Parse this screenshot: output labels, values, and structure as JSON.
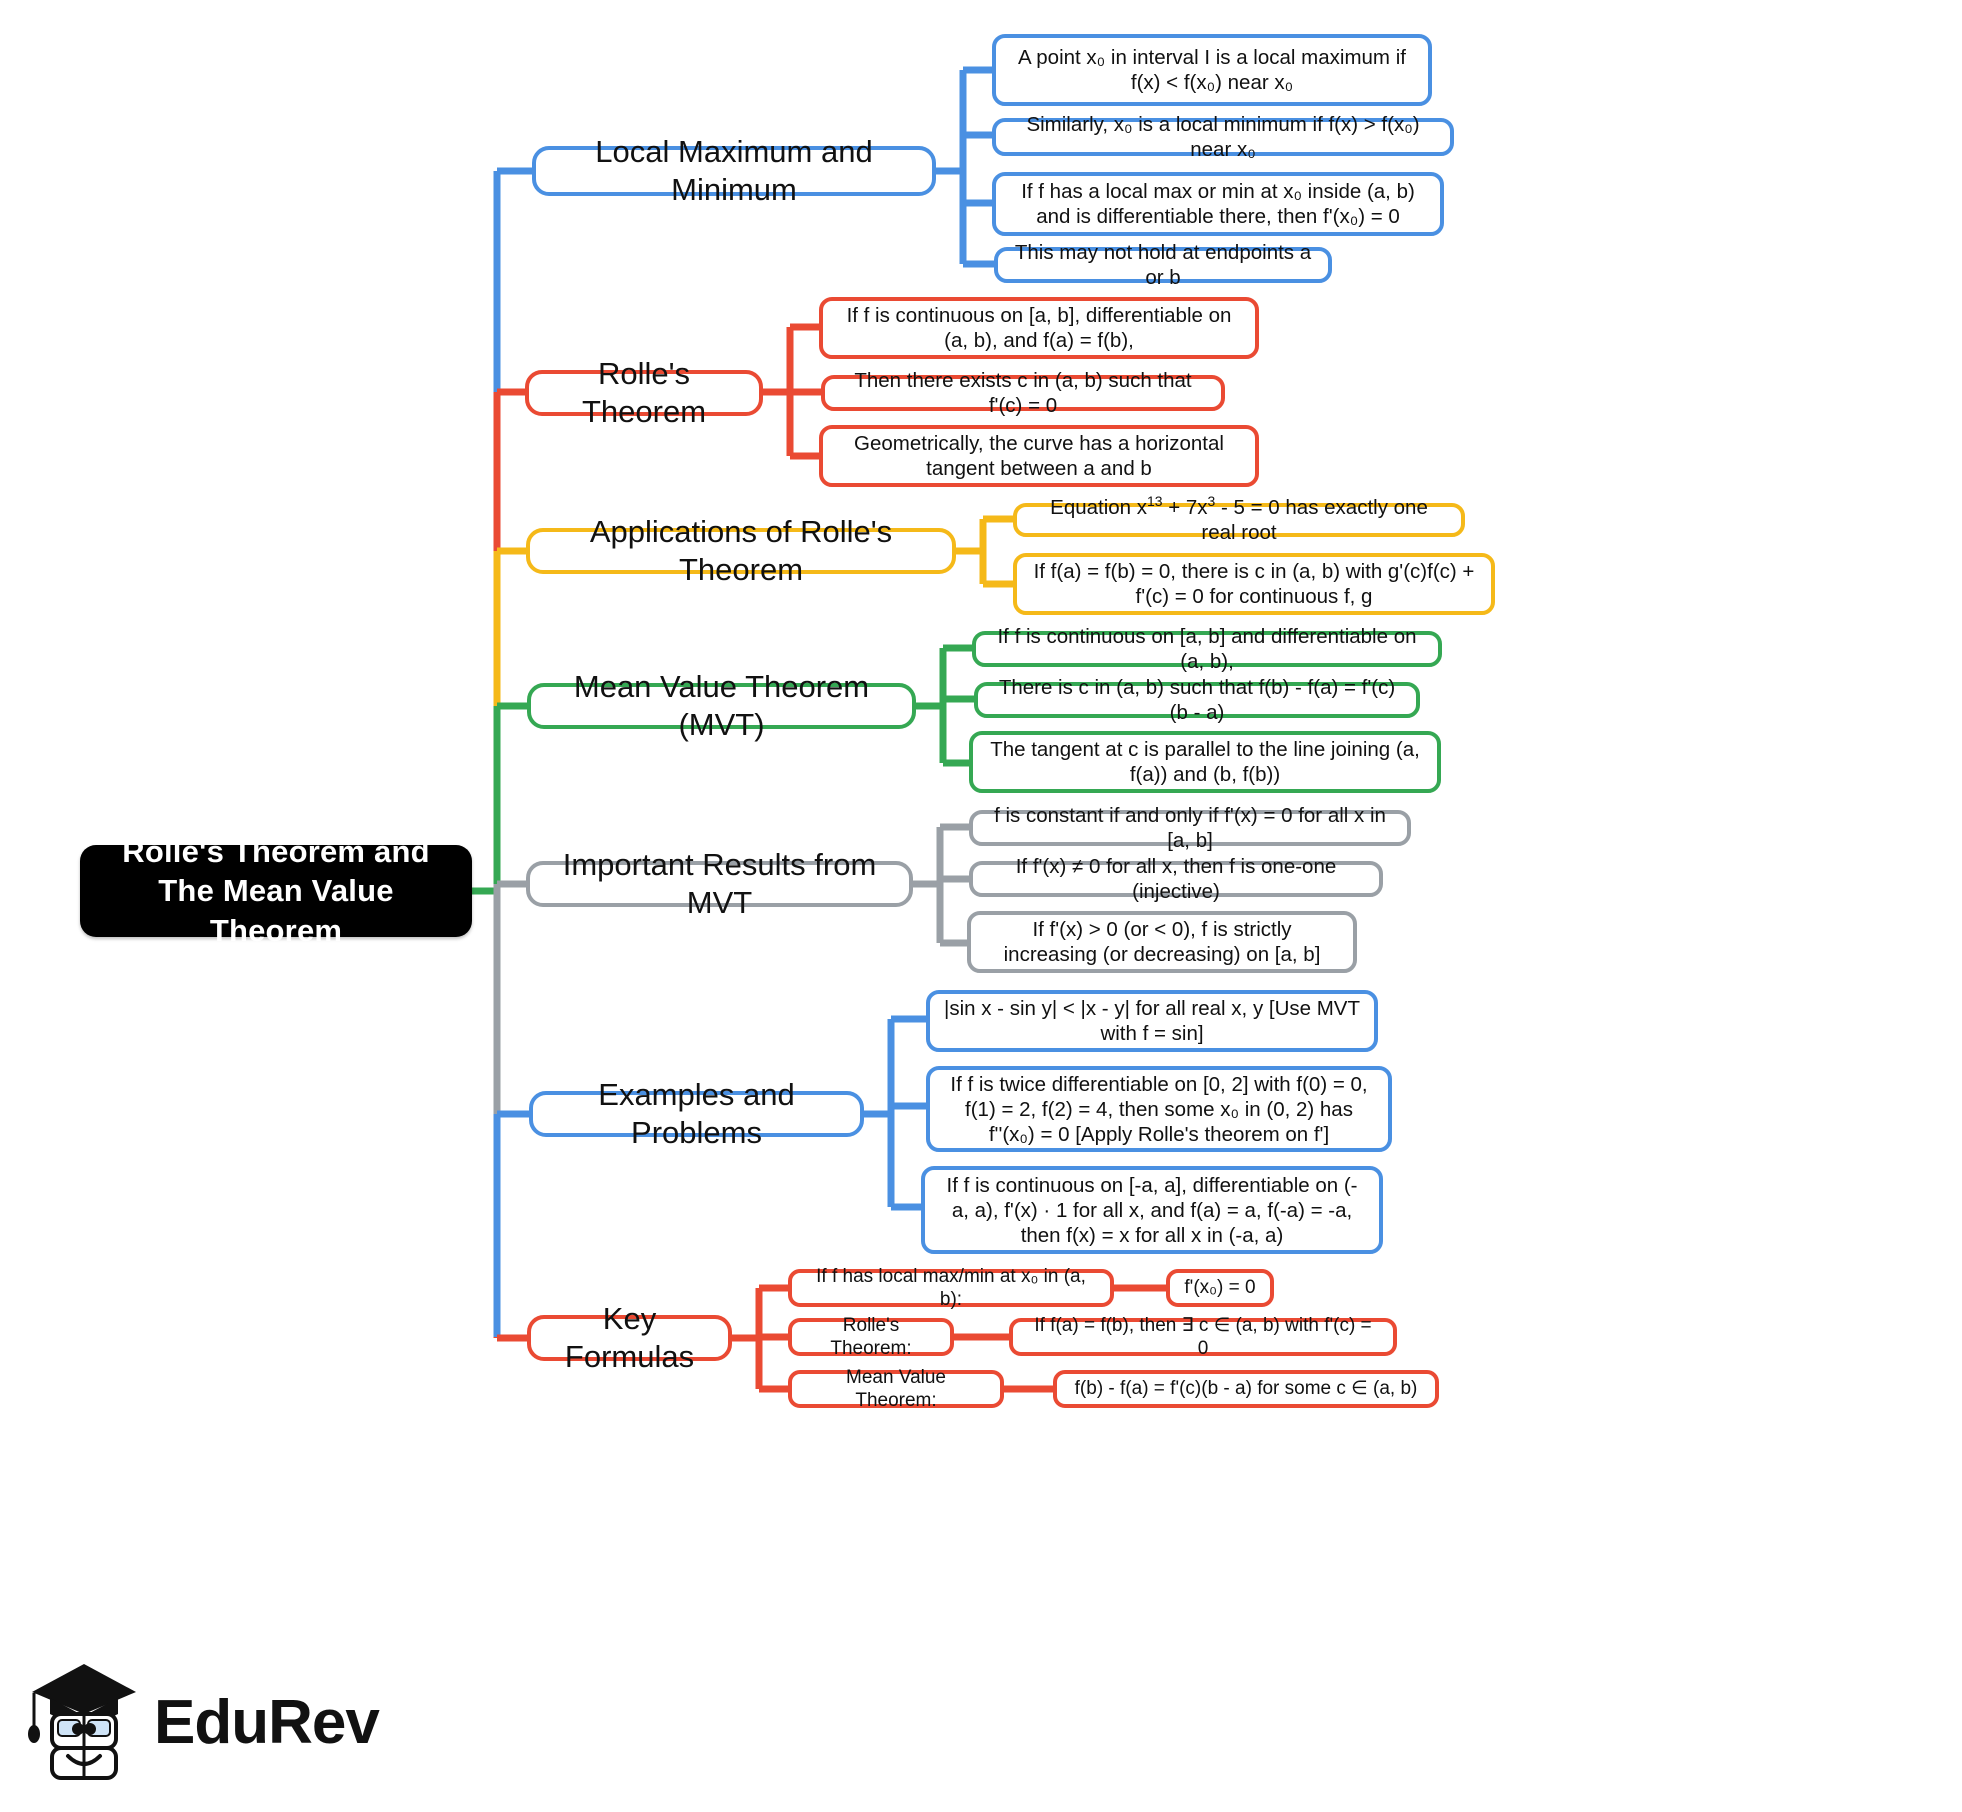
{
  "root": {
    "label": "Rolle's Theorem and The Mean Value Theorem"
  },
  "brand": {
    "name": "EduRev",
    "logo_icon": "graduation-cap-book-mascot-icon"
  },
  "colors": {
    "blue": "#4a90e2",
    "red": "#ea4a33",
    "yellow": "#f5b919",
    "green": "#35a853",
    "gray": "#9aa0a6",
    "root_bg": "#000000",
    "root_text": "#ffffff",
    "page_bg": "#ffffff"
  },
  "branches": [
    {
      "label": "Local Maximum and Minimum",
      "color": "blue",
      "children": [
        {
          "label": "A point x₀ in interval I is a local maximum if f(x) < f(x₀) near x₀"
        },
        {
          "label": "Similarly, x₀ is a local minimum if f(x) > f(x₀) near x₀"
        },
        {
          "label": "If f has a local max or min at x₀ inside (a, b) and is differentiable there, then f'(x₀) = 0"
        },
        {
          "label": "This may not hold at endpoints a or b"
        }
      ]
    },
    {
      "label": "Rolle's Theorem",
      "color": "red",
      "children": [
        {
          "label": "If f is continuous on [a, b], differentiable on (a, b), and f(a) = f(b),"
        },
        {
          "label": "Then there exists c in (a, b) such that f'(c) = 0"
        },
        {
          "label": "Geometrically, the curve has a horizontal tangent between a and b"
        }
      ]
    },
    {
      "label": "Applications of Rolle's Theorem",
      "color": "yellow",
      "children": [
        {
          "label": "Equation x¹³ + 7x³ - 5 = 0 has exactly one real root"
        },
        {
          "label": "If f(a) = f(b) = 0, there is c in (a, b) with g'(c)f(c) + f'(c) = 0 for continuous f, g"
        }
      ]
    },
    {
      "label": "Mean Value Theorem (MVT)",
      "color": "green",
      "children": [
        {
          "label": "If f is continuous on [a, b] and differentiable on (a, b),"
        },
        {
          "label": "There is c in (a, b) such that f(b) - f(a) = f'(c)(b - a)"
        },
        {
          "label": "The tangent at c is parallel to the line joining (a, f(a)) and (b, f(b))"
        }
      ]
    },
    {
      "label": "Important Results from MVT",
      "color": "gray",
      "children": [
        {
          "label": "f is constant if and only if f'(x) = 0 for all x in [a, b]"
        },
        {
          "label": "If f'(x) ≠ 0 for all x, then f is one-one (injective)"
        },
        {
          "label": "If f'(x) > 0 (or < 0), f is strictly increasing (or decreasing) on [a, b]"
        }
      ]
    },
    {
      "label": "Examples and Problems",
      "color": "blue",
      "children": [
        {
          "label": "|sin x - sin y| < |x - y| for all real x, y [Use MVT with f = sin]"
        },
        {
          "label": "If f is twice differentiable on [0, 2] with f(0) = 0, f(1) = 2, f(2) = 4, then some x₀ in (0, 2) has f''(x₀) = 0 [Apply Rolle's theorem on f']"
        },
        {
          "label": "If f is continuous on [-a, a], differentiable on (-a, a), f'(x) · 1 for all x, and f(a) = a, f(-a) = -a, then f(x) = x for all x in (-a, a)"
        }
      ]
    },
    {
      "label": "Key Formulas",
      "color": "red",
      "children": [
        {
          "label": "If f has local max/min at x₀ in (a, b):",
          "child": {
            "label": "f'(x₀) = 0"
          }
        },
        {
          "label": "Rolle's Theorem:",
          "child": {
            "label": "If f(a) = f(b), then ∃ c ∈ (a, b) with f'(c) = 0"
          }
        },
        {
          "label": "Mean Value Theorem:",
          "child": {
            "label": "f(b) - f(a) = f'(c)(b - a) for some c ∈ (a, b)"
          }
        }
      ]
    }
  ]
}
